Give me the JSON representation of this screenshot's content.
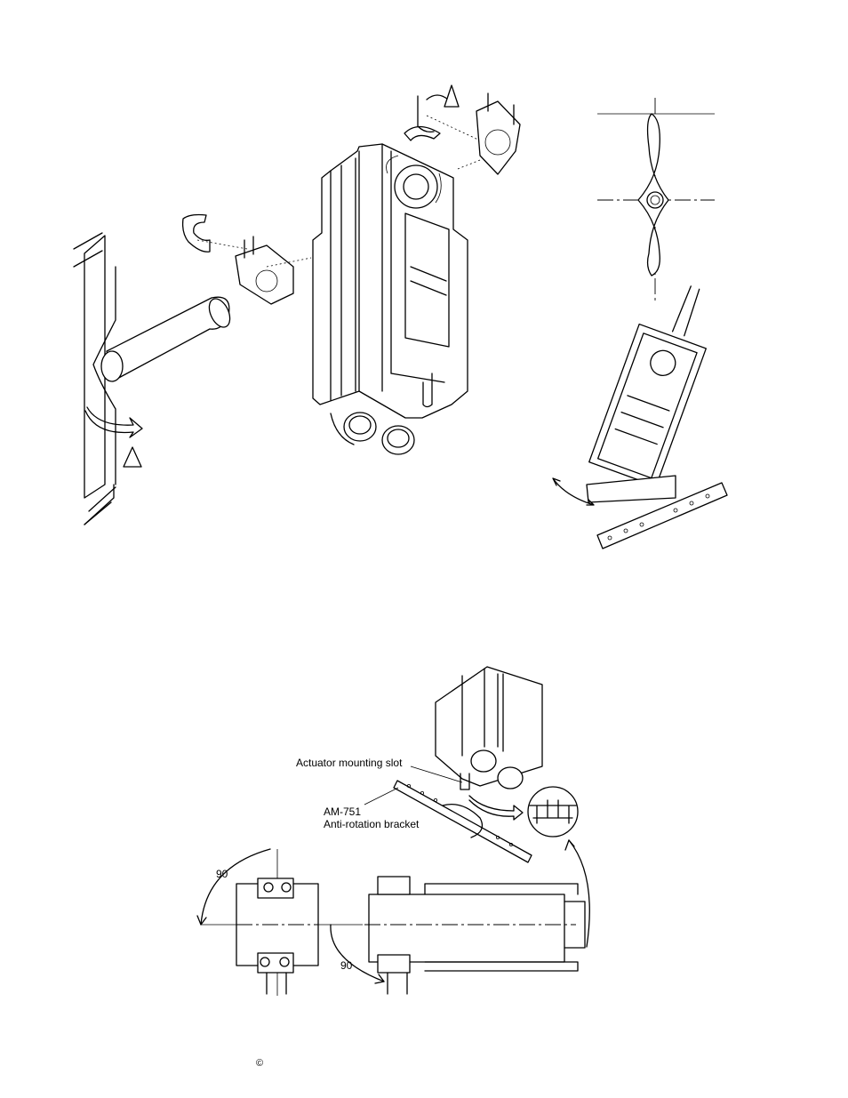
{
  "labels": {
    "slot": "Actuator mounting slot",
    "bracket_model": "AM-751",
    "bracket_desc": "Anti-rotation bracket",
    "angle_top": "90",
    "angle_bottom": "90",
    "copyright": "©"
  }
}
